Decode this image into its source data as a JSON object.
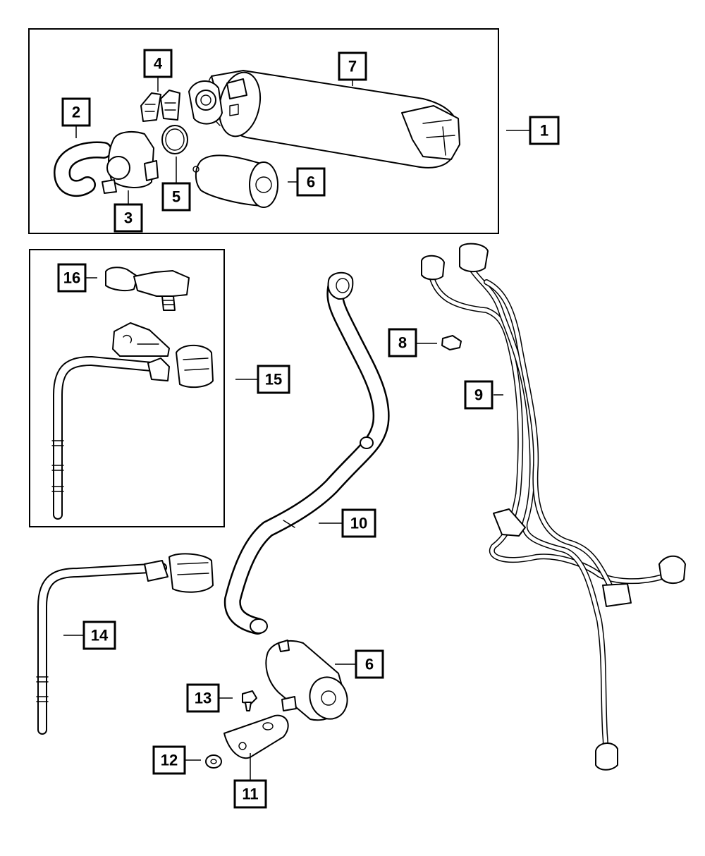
{
  "callouts": {
    "c1": "1",
    "c2": "2",
    "c3": "3",
    "c4": "4",
    "c5": "5",
    "c6a": "6",
    "c7": "7",
    "c8": "8",
    "c9": "9",
    "c10": "10",
    "c11": "11",
    "c12": "12",
    "c13": "13",
    "c14": "14",
    "c15": "15",
    "c16": "16",
    "c6b": "6"
  },
  "colors": {
    "ink": "#000000",
    "paper": "#ffffff"
  }
}
